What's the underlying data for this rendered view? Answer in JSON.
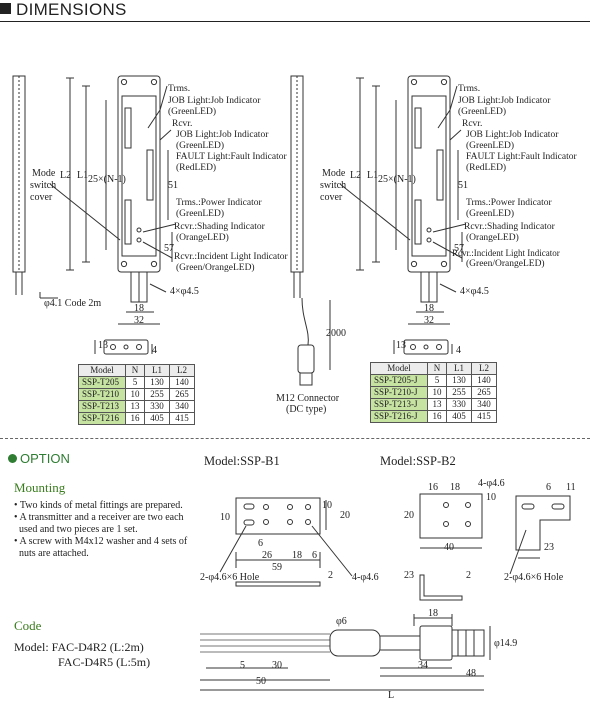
{
  "header": {
    "title": "DIMENSIONS"
  },
  "left": {
    "trms_title": "Trms.",
    "job_light_trms": "JOB Light:Job Indicator",
    "greenled_1": "(GreenLED)",
    "rcvr_title": "Rcvr.",
    "job_light_rcvr": "JOB Light:Job Indicator",
    "greenled_2": "(GreenLED)",
    "fault_light": "FAULT Light:Fault Indicator",
    "redled": "(RedLED)",
    "trms_power": "Trms.:Power Indicator",
    "greenled_3": "(GreenLED)",
    "rcvr_shading": "Rcvr.:Shading Indicator",
    "orangeled": "(OrangeLED)",
    "rcvr_incident": "Rcvr.:Incident Light Indicator",
    "green_orange": "(Green/OrangeLED)",
    "mode1": "Mode",
    "mode2": "switch",
    "mode3": "cover",
    "l2": "L2",
    "l1": "L1",
    "pitch": "25×(N-1)",
    "d51": "51",
    "d57": "57",
    "holes": "4×φ4.5",
    "d18": "18",
    "d32": "32",
    "code": "φ4.1 Code  2m",
    "d13": "13",
    "d4": "4"
  },
  "right": {
    "trms_title": "Trms.",
    "job_light_trms": "JOB Light:Job Indicator",
    "greenled_1": "(GreenLED)",
    "rcvr_title": "Rcvr.",
    "job_light_rcvr": "JOB Light:Job Indicator",
    "greenled_2": "(GreenLED)",
    "fault_light": "FAULT Light:Fault Indicator",
    "redled": "(RedLED)",
    "trms_power": "Trms.:Power Indicator",
    "greenled_3": "(GreenLED)",
    "rcvr_shading": "Rcvr.:Shading Indicator",
    "orangeled": "(OrangeLED)",
    "rcvr_incident": "Rcvr.:Incident Light Indicator",
    "green_orange": "(Green/OrangeLED)",
    "mode1": "Mode",
    "mode2": "switch",
    "mode3": "cover",
    "l2": "L2",
    "l1": "L1",
    "pitch": "25×(N-1)",
    "d51": "51",
    "d57": "57",
    "holes": "4×φ4.5",
    "d18": "18",
    "d32": "32",
    "d2000": "2000",
    "m12a": "M12 Connector",
    "m12b": "(DC type)",
    "d13": "13",
    "d4": "4"
  },
  "table_left": {
    "headers": [
      "Model",
      "N",
      "L1",
      "L2"
    ],
    "rows": [
      [
        "SSP-T205",
        "5",
        "130",
        "140"
      ],
      [
        "SSP-T210",
        "10",
        "255",
        "265"
      ],
      [
        "SSP-T213",
        "13",
        "330",
        "340"
      ],
      [
        "SSP-T216",
        "16",
        "405",
        "415"
      ]
    ]
  },
  "table_right": {
    "headers": [
      "Model",
      "N",
      "L1",
      "L2"
    ],
    "rows": [
      [
        "SSP-T205-J",
        "5",
        "130",
        "140"
      ],
      [
        "SSP-T210-J",
        "10",
        "255",
        "265"
      ],
      [
        "SSP-T213-J",
        "13",
        "330",
        "340"
      ],
      [
        "SSP-T216-J",
        "16",
        "405",
        "415"
      ]
    ]
  },
  "option": {
    "title": "OPTION",
    "model_b1": "Model:SSP-B1",
    "model_b2": "Model:SSP-B2",
    "mounting_title": "Mounting",
    "bullets": [
      "Two kinds of metal fittings are prepared.",
      "A transmitter and a receiver are two each",
      "used and two pieces are 1 set.",
      "A screw with M4x12 washer and 4 sets of",
      "nuts are attached."
    ],
    "b1": {
      "d10a": "10",
      "d10b": "10",
      "d20": "20",
      "d6a": "6",
      "d26": "26",
      "d18": "18",
      "d6b": "6",
      "d59": "59",
      "hole": "2-φ4.6×6 Hole",
      "holes4": "4-φ4.6",
      "d2": "2"
    },
    "b2": {
      "d16": "16",
      "d18": "18",
      "holes4": "4-φ4.6",
      "d10": "10",
      "d20": "20",
      "d40": "40",
      "d23a": "23",
      "d2": "2",
      "d6": "6",
      "d11": "11",
      "d23b": "23",
      "hole": "2-φ4.6×6 Hole"
    },
    "code_title": "Code",
    "code_model1": "Model: FAC-D4R2 (L:2m)",
    "code_model2": "FAC-D4R5 (L:5m)",
    "cable": {
      "phi6": "φ6",
      "d18": "18",
      "phi149": "φ14.9",
      "d5": "5",
      "d30": "30",
      "d34": "34",
      "d48": "48",
      "d50": "50",
      "L": "L"
    }
  }
}
